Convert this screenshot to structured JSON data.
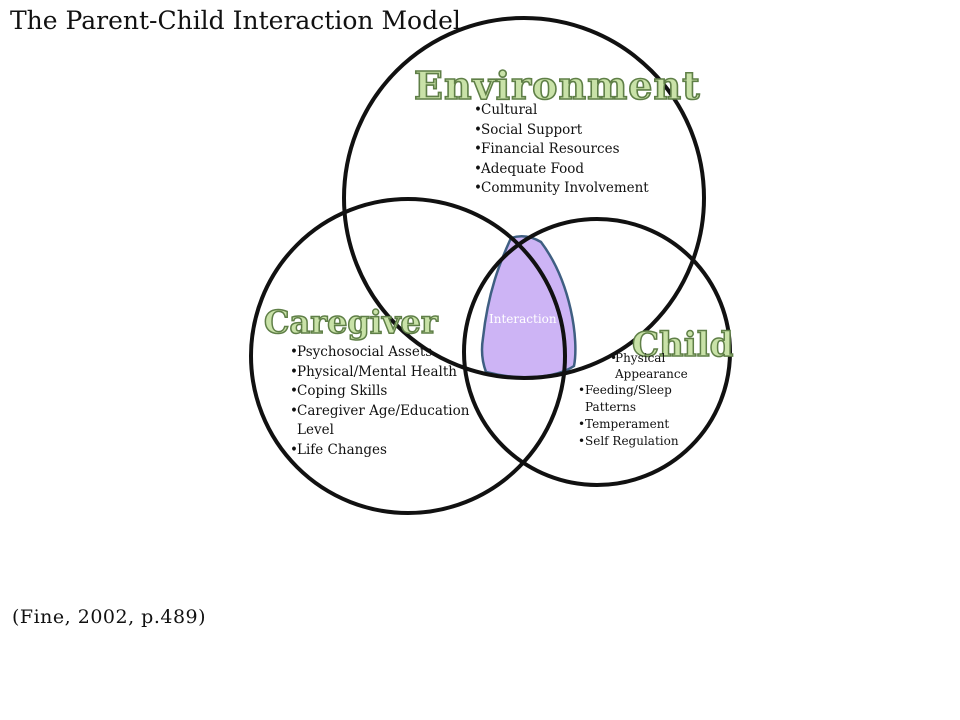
{
  "title": "The Parent-Child Interaction Model",
  "citation": "(Fine, 2002, p.489)",
  "circles": {
    "environment": {
      "label": "Environment",
      "items": [
        "Cultural",
        "Social Support",
        "Financial Resources",
        "Adequate Food",
        "Community Involvement"
      ]
    },
    "caregiver": {
      "label": "Caregiver",
      "items": [
        "Psychosocial Assets",
        "Physical/Mental Health",
        "Coping Skills",
        "Caregiver Age/Education Level",
        "Life Changes"
      ]
    },
    "child": {
      "label": "Child",
      "items": [
        "Physical Appearance",
        "Feeding/Sleep Patterns",
        "Temperament",
        "Self Regulation"
      ]
    }
  },
  "center": {
    "label": "Interaction",
    "fill": "#cdb4f5",
    "stroke": "#3f5f82"
  },
  "colors": {
    "heading_fill": "#c9e2a8",
    "heading_stroke": "#5f7f47",
    "circle_stroke": "#111111"
  }
}
